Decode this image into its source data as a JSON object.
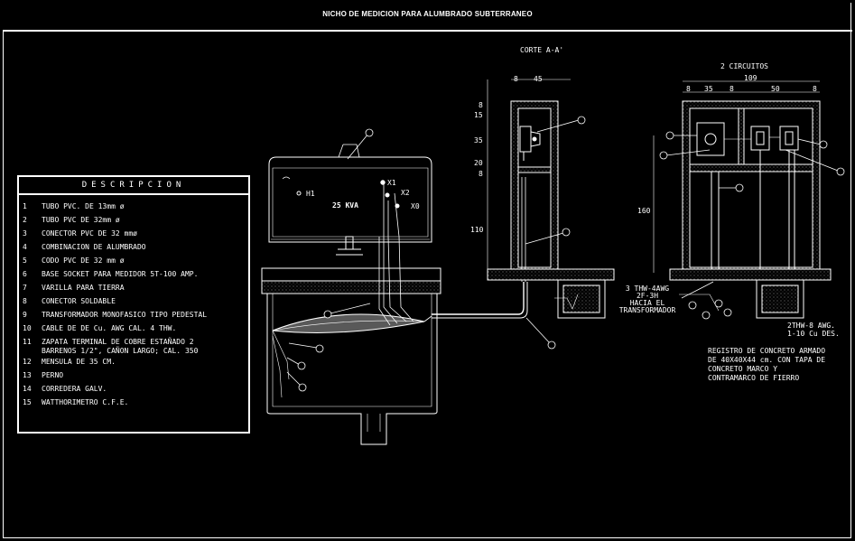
{
  "title": "NICHO DE MEDICION PARA ALUMBRADO SUBTERRANEO",
  "description": {
    "header": "DESCRIPCION",
    "items": [
      {
        "num": "1",
        "text": "TUBO PVC. DE 13mm ø"
      },
      {
        "num": "2",
        "text": "TUBO PVC  DE 32mm ø"
      },
      {
        "num": "3",
        "text": "CONECTOR PVC DE 32 mmø"
      },
      {
        "num": "4",
        "text": "COMBINACION DE ALUMBRADO"
      },
      {
        "num": "5",
        "text": "CODO PVC DE 32 mm ø"
      },
      {
        "num": "6",
        "text": "BASE SOCKET PARA MEDIDOR 5T-100 AMP."
      },
      {
        "num": "7",
        "text": "VARILLA PARA TIERRA"
      },
      {
        "num": "8",
        "text": "CONECTOR SOLDABLE"
      },
      {
        "num": "9",
        "text": "TRANSFORMADOR MONOFASICO TIPO PEDESTAL"
      },
      {
        "num": "10",
        "text": "CABLE DE DE Cu. AWG CAL. 4 THW."
      },
      {
        "num": "11",
        "text": "ZAPATA TERMINAL DE COBRE ESTAÑADO 2\nBARRENOS 1/2\", CAÑON LARGO; CAL. 350"
      },
      {
        "num": "12",
        "text": "MENSULA  DE 35 CM."
      },
      {
        "num": "13",
        "text": "PERNO"
      },
      {
        "num": "14",
        "text": "CORREDERA GALV."
      },
      {
        "num": "15",
        "text": "WATTHORIMETRO C.F.E."
      }
    ]
  },
  "transformer": {
    "rating": "25 KVA",
    "terminal_h1": "H1",
    "terminal_x1": "X1",
    "terminal_x2": "X2",
    "terminal_x0": "X0"
  },
  "section": {
    "title": "CORTE A-A'",
    "dim_top": [
      "8",
      "45"
    ],
    "dim_side": [
      "8",
      "15",
      "35",
      "20",
      "8",
      "110"
    ]
  },
  "circuits": {
    "title": "2 CIRCUITOS",
    "dim_total": "109",
    "dim_parts": [
      "8",
      "35",
      "8",
      "50",
      "8"
    ],
    "dim_height": "160",
    "cable_note": "3 THW-4AWG\n2F-3H\nHACIA EL\nTRANSFORMADOR",
    "ground_note": "2THW-8 AWG.\n1-10 Cu DES.",
    "register_note": "REGISTRO DE CONCRETO ARMADO\nDE 40X40X44 cm. CON TAPA DE\nCONCRETO MARCO Y\nCONTRAMARCO DE FIERRO"
  },
  "colors": {
    "background": "#000000",
    "line": "#ffffff",
    "accent": "#ffffff"
  }
}
